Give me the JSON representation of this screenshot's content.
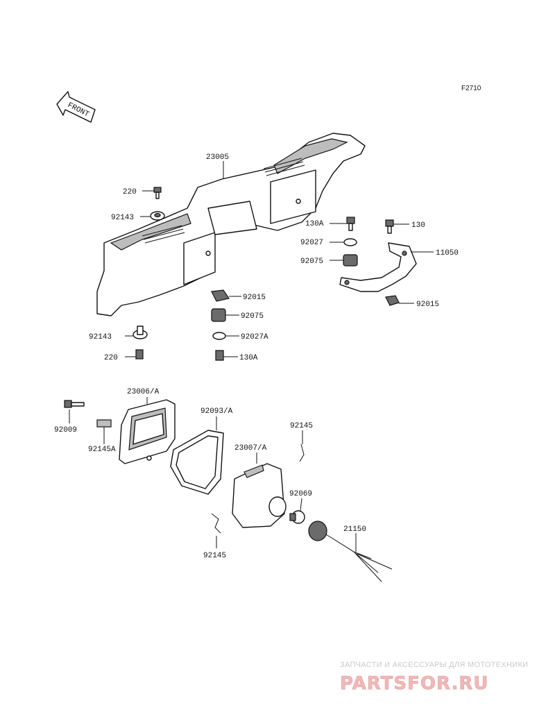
{
  "figure_code": "F2710",
  "front_arrow": "FRONT",
  "labels": {
    "p23005": "23005",
    "p220_top": "220",
    "p92143_top": "92143",
    "p130A_top": "130A",
    "p92027_top": "92027",
    "p92075_top": "92075",
    "p130": "130",
    "p11050": "11050",
    "p92015_right": "92015",
    "p92015_mid": "92015",
    "p92075_mid": "92075",
    "p92027A": "92027A",
    "p92143_bottom": "92143",
    "p220_bottom": "220",
    "p130A_bottom": "130A",
    "p23006A": "23006/A",
    "p92009": "92009",
    "p92145A": "92145A",
    "p92093A": "92093/A",
    "p92145_top": "92145",
    "p23007A": "23007/A",
    "p92069": "92069",
    "p21150": "21150",
    "p92145_bottom": "92145"
  },
  "watermark": {
    "tagline": "ЗАПЧАСТИ И АКСЕССУАРЫ ДЛЯ МОТОТЕХНИКИ",
    "logo": "PARTSFOR.RU",
    "color": "#e09a9a"
  }
}
